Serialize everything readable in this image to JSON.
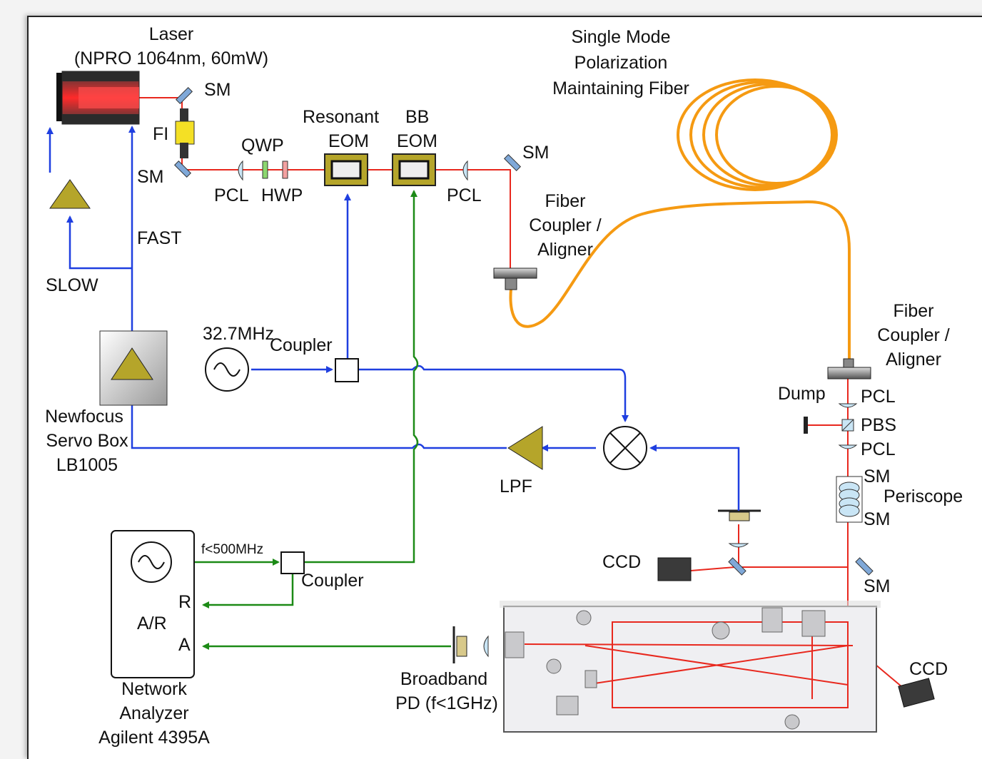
{
  "labels": {
    "laser_title": "Laser",
    "laser_spec": "(NPRO 1064nm, 60mW)",
    "fiber_line1": "Single Mode",
    "fiber_line2": "Polarization",
    "fiber_line3": "Maintaining Fiber",
    "sm1": "SM",
    "fi": "FI",
    "sm2": "SM",
    "qwp": "QWP",
    "pcl1": "PCL",
    "hwp": "HWP",
    "resonant": "Resonant",
    "eom1": "EOM",
    "bb": "BB",
    "eom2": "EOM",
    "pcl2": "PCL",
    "sm3": "SM",
    "fc1_line1": "Fiber",
    "fc1_line2": "Coupler /",
    "fc1_line3": "Aligner",
    "fast": "FAST",
    "slow": "SLOW",
    "freq": "32.7MHz",
    "coupler1": "Coupler",
    "fc2_line1": "Fiber",
    "fc2_line2": "Coupler /",
    "fc2_line3": "Aligner",
    "dump": "Dump",
    "pcl3": "PCL",
    "pbs": "PBS",
    "pcl4": "PCL",
    "sm4": "SM",
    "periscope": "Periscope",
    "sm5": "SM",
    "newfocus_line1": "Newfocus",
    "newfocus_line2": "Servo Box",
    "newfocus_line3": "LB1005",
    "lpf": "LPF",
    "ccd1": "CCD",
    "sm6": "SM",
    "f500": "f<500MHz",
    "coupler2": "Coupler",
    "r": "R",
    "ar": "A/R",
    "a": "A",
    "ccd2": "CCD",
    "bbpd_line1": "Broadband",
    "bbpd_line2": "PD (f<1GHz)",
    "na_line1": "Network",
    "na_line2": "Analyzer",
    "na_line3": "Agilent 4395A"
  },
  "colors": {
    "laser_beam": "#e8281e",
    "fiber": "#f59a12",
    "control_signal": "#1f3fe0",
    "rf_signal": "#1c8a16",
    "component_olive": "#b5a52a"
  }
}
